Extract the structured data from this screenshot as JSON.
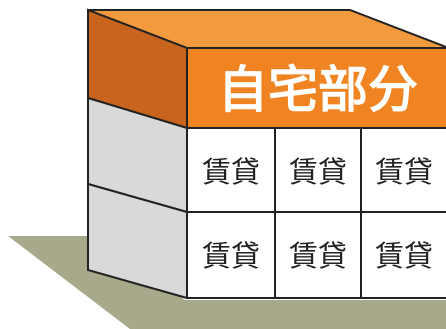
{
  "header": {
    "label": "自宅部分"
  },
  "rows": [
    {
      "units": [
        "賃貸",
        "賃貸",
        "賃貸"
      ]
    },
    {
      "units": [
        "賃貸",
        "賃貸",
        "賃貸"
      ]
    }
  ],
  "colors": {
    "orange_front": "#f08423",
    "orange_side": "#c8641e",
    "orange_top": "#f39a3f",
    "grey_side": "#d9d9d9",
    "shadow": "#a7a98a",
    "outline": "#222222",
    "unit_bg": "#ffffff"
  }
}
